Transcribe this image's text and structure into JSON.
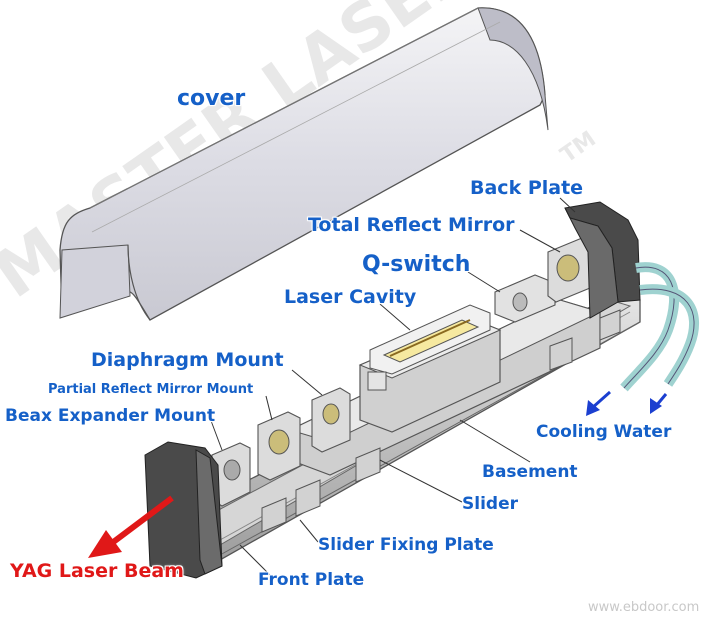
{
  "watermark": "MASTER LASER",
  "trademark": "TM",
  "credit": "www.ebdoor.com",
  "labels": {
    "cover": "cover",
    "back_plate": "Back Plate",
    "total_reflect_mirror": "Total Reflect Mirror",
    "q_switch": "Q-switch",
    "laser_cavity": "Laser Cavity",
    "diaphragm_mount": "Diaphragm Mount",
    "partial_reflect_mirror_mount": "Partial Reflect Mirror Mount",
    "beam_expander_mount": "Beax Expander Mount",
    "cooling_water": "Cooling Water",
    "basement": "Basement",
    "slider": "Slider",
    "slider_fixing_plate": "Slider Fixing Plate",
    "yag_laser_beam": "YAG Laser Beam",
    "front_plate": "Front Plate"
  },
  "colors": {
    "label_blue": "#1560c8",
    "beam_red": "#e01818",
    "arrow_blue": "#1b3fd0",
    "part_gray": "#c9c9c9"
  }
}
